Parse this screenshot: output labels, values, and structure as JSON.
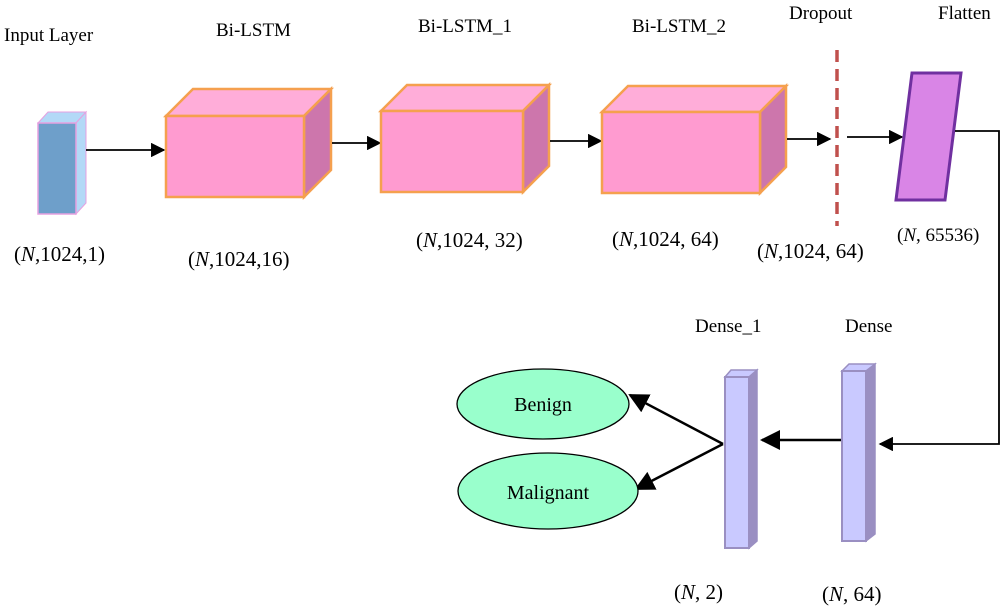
{
  "layers": {
    "input": {
      "title": "Input Layer",
      "shape_var": "N",
      "shape_rest": ",1024,1"
    },
    "bilstm": {
      "title": "Bi-LSTM",
      "shape_var": "N",
      "shape_rest": ",1024,16"
    },
    "bilstm_1": {
      "title": "Bi-LSTM_1",
      "shape_var": "N",
      "shape_rest": ",1024, 32"
    },
    "bilstm_2": {
      "title": "Bi-LSTM_2",
      "shape_var": "N",
      "shape_rest": ",1024, 64"
    },
    "dropout": {
      "title": "Dropout",
      "shape_var": "N",
      "shape_rest": ",1024, 64"
    },
    "flatten": {
      "title": "Flatten",
      "shape_var": "N",
      "shape_rest": ", 65536"
    },
    "dense": {
      "title": "Dense",
      "shape_var": "N",
      "shape_rest": ", 64"
    },
    "dense_1": {
      "title": "Dense_1",
      "shape_var": "N",
      "shape_rest": ", 2"
    }
  },
  "outputs": {
    "benign": "Benign",
    "malignant": "Malignant"
  },
  "colors": {
    "input_front": "#6e9fca",
    "input_side": "#b3d9f7",
    "lstm_front": "#ff9bd0",
    "lstm_top": "#ffadd9",
    "lstm_side": "#cd76ac",
    "lstm_border": "#f5a04e",
    "dropout": "#c0504d",
    "flatten_fill": "#d985e6",
    "flatten_border": "#7030a0",
    "dense_front": "#c9c9ff",
    "dense_side": "#9a8fc2",
    "oval_fill": "#99ffcc"
  }
}
